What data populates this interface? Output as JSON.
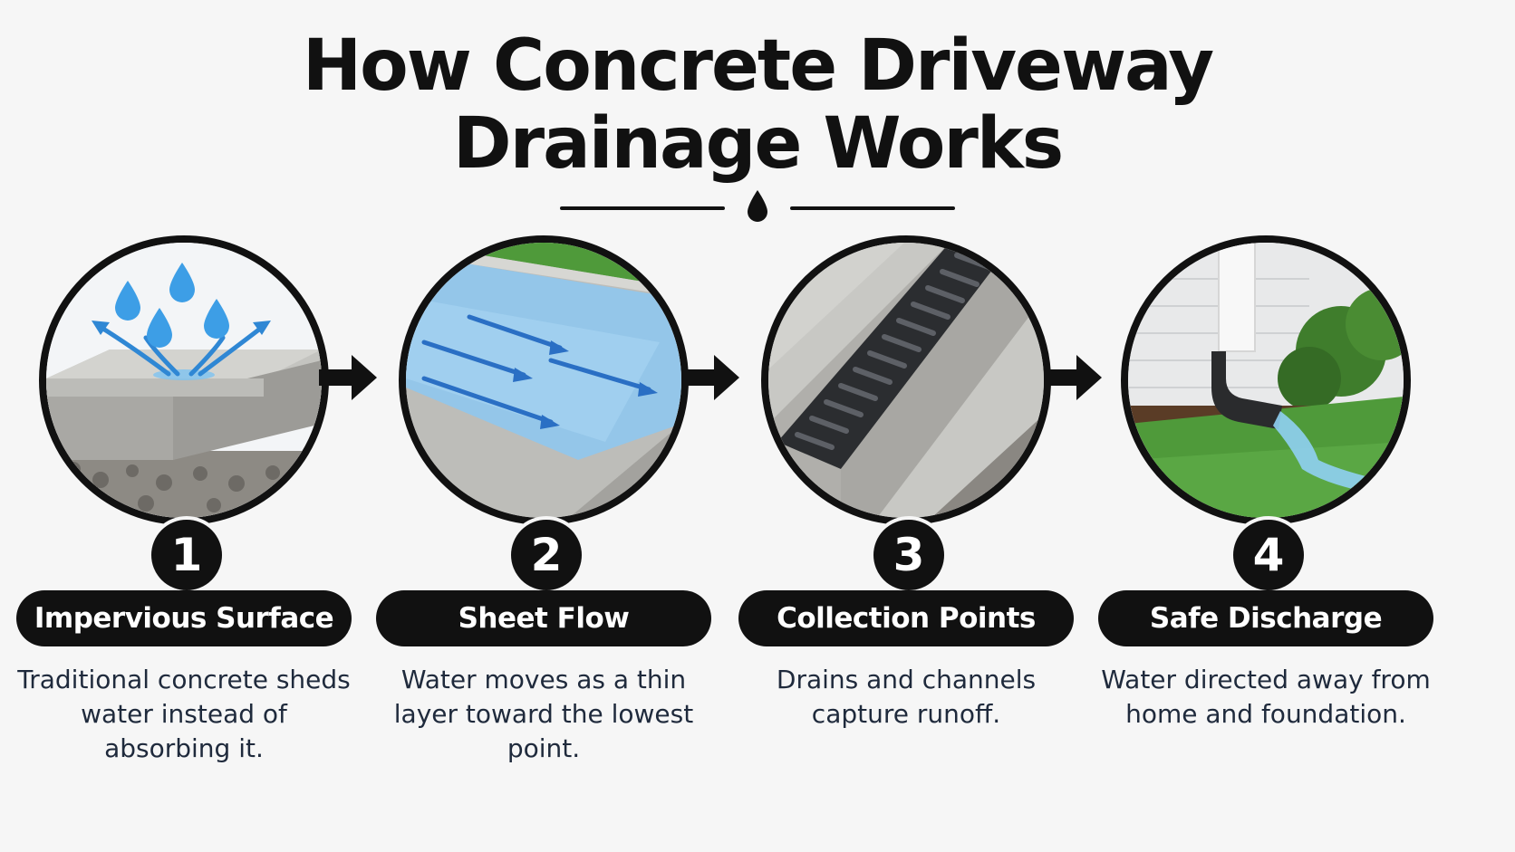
{
  "title": {
    "line1": "How Concrete Driveway",
    "line2": "Drainage Works"
  },
  "colors": {
    "ink": "#111111",
    "water": "#3d8fd6",
    "grass": "#4f9a3a",
    "concrete": "#b9b9b6"
  },
  "steps": [
    {
      "number": "1",
      "title": "Impervious Surface",
      "description": "Traditional concrete sheds water instead of absorbing it.",
      "icon": "rain-on-concrete-icon"
    },
    {
      "number": "2",
      "title": "Sheet Flow",
      "description": "Water moves as a thin layer toward the lowest point.",
      "icon": "sheet-flow-icon"
    },
    {
      "number": "3",
      "title": "Collection Points",
      "description": "Drains and channels capture runoff.",
      "icon": "trench-drain-icon"
    },
    {
      "number": "4",
      "title": "Safe Discharge",
      "description": "Water directed away from home and foundation.",
      "icon": "downspout-icon"
    }
  ]
}
